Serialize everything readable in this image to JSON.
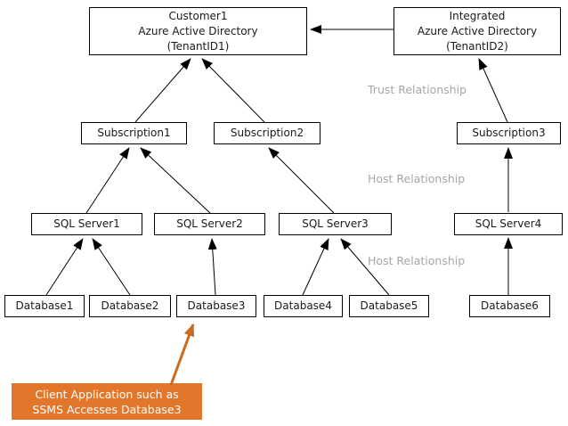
{
  "diagram": {
    "nodes": {
      "customer1_aad": {
        "lines": [
          "Customer1",
          "Azure Active Directory",
          "(TenantID1)"
        ]
      },
      "integrated_aad": {
        "lines": [
          "Integrated",
          "Azure Active Directory",
          "(TenantID2)"
        ]
      },
      "subscription1": {
        "label": "Subscription1"
      },
      "subscription2": {
        "label": "Subscription2"
      },
      "subscription3": {
        "label": "Subscription3"
      },
      "sql_server1": {
        "label": "SQL Server1"
      },
      "sql_server2": {
        "label": "SQL Server2"
      },
      "sql_server3": {
        "label": "SQL Server3"
      },
      "sql_server4": {
        "label": "SQL Server4"
      },
      "database1": {
        "label": "Database1"
      },
      "database2": {
        "label": "Database2"
      },
      "database3": {
        "label": "Database3"
      },
      "database4": {
        "label": "Database4"
      },
      "database5": {
        "label": "Database5"
      },
      "database6": {
        "label": "Database6"
      }
    },
    "relationship_labels": {
      "trust": "Trust Relationship",
      "host_upper": "Host Relationship",
      "host_lower": "Host Relationship"
    },
    "edges": [
      {
        "from": "integrated_aad",
        "to": "customer1_aad",
        "type": "trust"
      },
      {
        "from": "subscription1",
        "to": "customer1_aad",
        "type": "host"
      },
      {
        "from": "subscription2",
        "to": "customer1_aad",
        "type": "host"
      },
      {
        "from": "subscription3",
        "to": "integrated_aad",
        "type": "trust"
      },
      {
        "from": "sql_server1",
        "to": "subscription1",
        "type": "host"
      },
      {
        "from": "sql_server2",
        "to": "subscription1",
        "type": "host"
      },
      {
        "from": "sql_server3",
        "to": "subscription2",
        "type": "host"
      },
      {
        "from": "sql_server4",
        "to": "subscription3",
        "type": "host"
      },
      {
        "from": "database1",
        "to": "sql_server1",
        "type": "host"
      },
      {
        "from": "database2",
        "to": "sql_server1",
        "type": "host"
      },
      {
        "from": "database3",
        "to": "sql_server2",
        "type": "host"
      },
      {
        "from": "database4",
        "to": "sql_server3",
        "type": "host"
      },
      {
        "from": "database5",
        "to": "sql_server3",
        "type": "host"
      },
      {
        "from": "database6",
        "to": "sql_server4",
        "type": "host"
      }
    ],
    "callout": {
      "line1": "Client Application such as",
      "line2": "SSMS Accesses Database3",
      "target": "database3"
    },
    "colors": {
      "box_border": "#000000",
      "box_fill": "#ffffff",
      "box_text": "#1a1a1a",
      "relationship_label": "#a6a6a6",
      "arrow": "#000000",
      "callout_fill": "#e2772b",
      "callout_text": "#ffffff",
      "callout_arrow": "#c96a1f"
    }
  }
}
